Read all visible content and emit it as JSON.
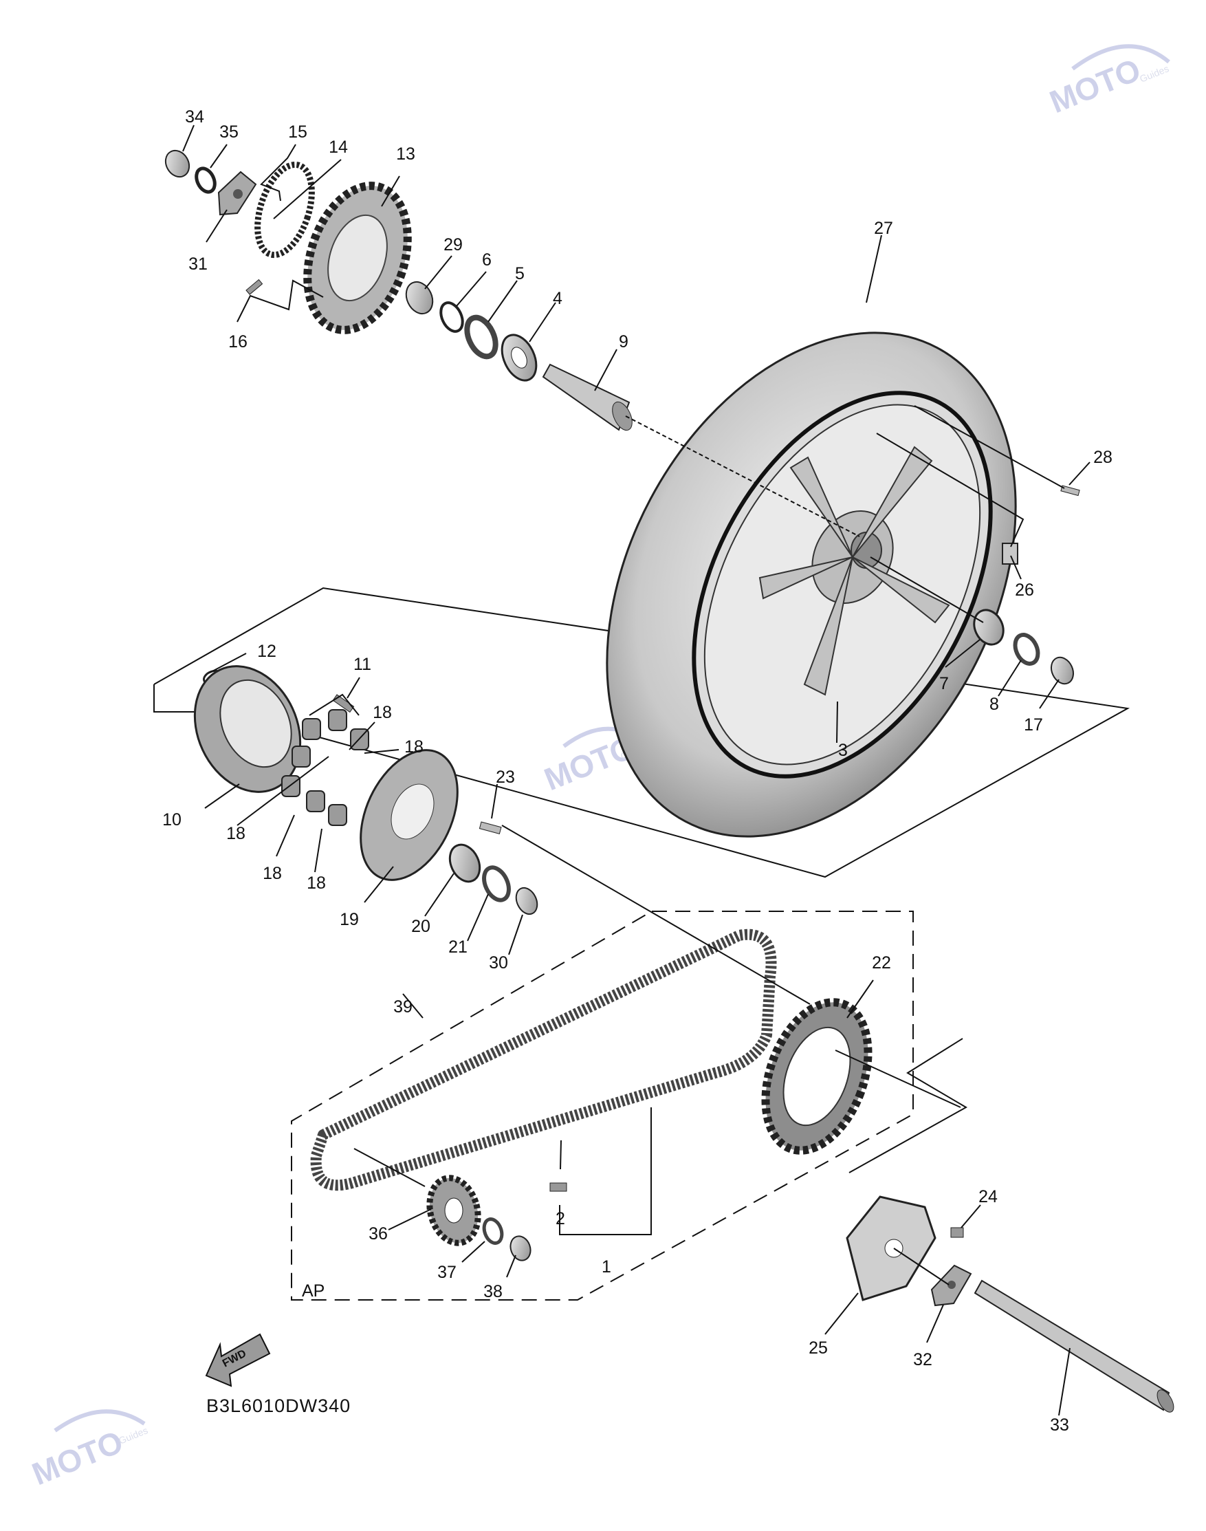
{
  "diagram_code": "B3L6010DW340",
  "box_label": "AP",
  "fwd_label": "FWD",
  "watermark": {
    "text": "MOTO",
    "subtext": "Guides"
  },
  "callouts": [
    {
      "id": "34",
      "text": "34"
    },
    {
      "id": "35",
      "text": "35"
    },
    {
      "id": "15",
      "text": "15"
    },
    {
      "id": "14",
      "text": "14"
    },
    {
      "id": "13",
      "text": "13"
    },
    {
      "id": "31",
      "text": "31"
    },
    {
      "id": "29",
      "text": "29"
    },
    {
      "id": "6",
      "text": "6"
    },
    {
      "id": "5",
      "text": "5"
    },
    {
      "id": "4",
      "text": "4"
    },
    {
      "id": "9",
      "text": "9"
    },
    {
      "id": "16",
      "text": "16"
    },
    {
      "id": "27",
      "text": "27"
    },
    {
      "id": "28",
      "text": "28"
    },
    {
      "id": "26",
      "text": "26"
    },
    {
      "id": "7",
      "text": "7"
    },
    {
      "id": "8",
      "text": "8"
    },
    {
      "id": "17",
      "text": "17"
    },
    {
      "id": "3",
      "text": "3"
    },
    {
      "id": "12",
      "text": "12"
    },
    {
      "id": "11",
      "text": "11"
    },
    {
      "id": "18a",
      "text": "18"
    },
    {
      "id": "18b",
      "text": "18"
    },
    {
      "id": "18c",
      "text": "18"
    },
    {
      "id": "18d",
      "text": "18"
    },
    {
      "id": "18e",
      "text": "18"
    },
    {
      "id": "10",
      "text": "10"
    },
    {
      "id": "23",
      "text": "23"
    },
    {
      "id": "19",
      "text": "19"
    },
    {
      "id": "20",
      "text": "20"
    },
    {
      "id": "21",
      "text": "21"
    },
    {
      "id": "30",
      "text": "30"
    },
    {
      "id": "22",
      "text": "22"
    },
    {
      "id": "39",
      "text": "39"
    },
    {
      "id": "36",
      "text": "36"
    },
    {
      "id": "2",
      "text": "2"
    },
    {
      "id": "1",
      "text": "1"
    },
    {
      "id": "37",
      "text": "37"
    },
    {
      "id": "38",
      "text": "38"
    },
    {
      "id": "24",
      "text": "24"
    },
    {
      "id": "25",
      "text": "25"
    },
    {
      "id": "32",
      "text": "32"
    },
    {
      "id": "33",
      "text": "33"
    }
  ]
}
